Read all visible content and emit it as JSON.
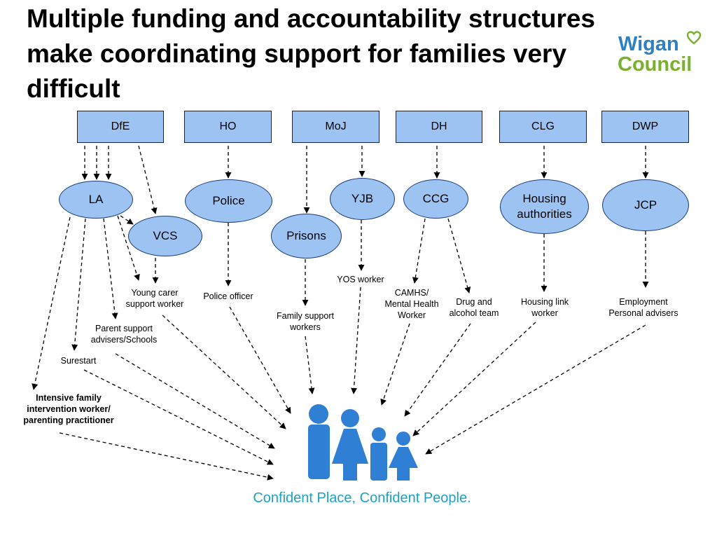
{
  "title": "Multiple funding and accountability structures make coordinating  support for families very difficult",
  "logo": {
    "line1": "Wigan",
    "line2": "Council",
    "icon": "heart-icon"
  },
  "departments": [
    "DfE",
    "HO",
    "MoJ",
    "DH",
    "CLG",
    "DWP"
  ],
  "agencies": {
    "la": "LA",
    "vcs": "VCS",
    "police": "Police",
    "prisons": "Prisons",
    "yjb": "YJB",
    "ccg": "CCG",
    "housing": "Housing\nauthorities",
    "jcp": "JCP"
  },
  "roles": {
    "young_carer": "Young carer\nsupport worker",
    "parent_support": "Parent support\nadvisers/Schools",
    "surestart": "Surestart",
    "intensive": "Intensive family\nintervention worker/\nparenting practitioner",
    "police_officer": "Police officer",
    "family_support": "Family support\nworkers",
    "yos": "YOS worker",
    "camhs": "CAMHS/\nMental Health\nWorker",
    "drug": "Drug and\nalcohol team",
    "housing_link": "Housing link\nworker",
    "employment": "Employment\nPersonal advisers"
  },
  "tagline": "Confident Place, Confident People.",
  "colors": {
    "box_fill": "#9dc3f3",
    "family_blue": "#2f7fd4",
    "tagline": "#1ba3c4",
    "logo_blue": "#2f80c1",
    "logo_green": "#7ab02f"
  }
}
